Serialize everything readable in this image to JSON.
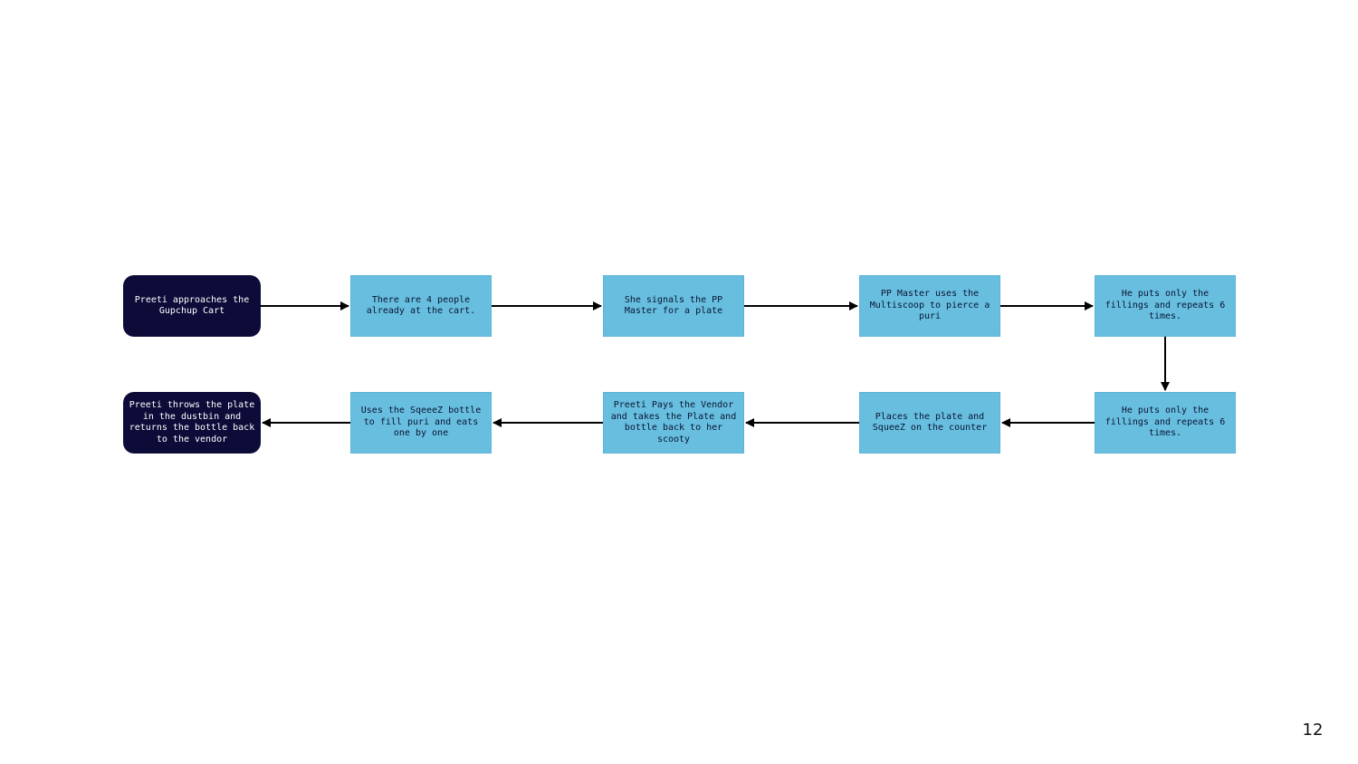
{
  "diagram": {
    "nodes": {
      "n1": "Preeti approaches the Gupchup Cart",
      "n2": "There are 4 people already at the cart.",
      "n3": "She signals the PP Master for a plate",
      "n4": "PP Master uses the Multiscoop to pierce a puri",
      "n5": "He puts only the fillings and repeats 6 times.",
      "n6": "He puts only the fillings and repeats 6 times.",
      "n7": "Places the plate and SqueeZ on the counter",
      "n8": "Preeti Pays the Vendor and takes the Plate and bottle back to her scooty",
      "n9": "Uses the SqeeeZ bottle to fill puri and eats one by one",
      "n10": "Preeti throws the plate in the dustbin and returns the bottle back to the vendor"
    },
    "edges": [
      [
        "n1",
        "n2"
      ],
      [
        "n2",
        "n3"
      ],
      [
        "n3",
        "n4"
      ],
      [
        "n4",
        "n5"
      ],
      [
        "n5",
        "n6"
      ],
      [
        "n6",
        "n7"
      ],
      [
        "n7",
        "n8"
      ],
      [
        "n8",
        "n9"
      ],
      [
        "n9",
        "n10"
      ]
    ],
    "colors": {
      "terminal_fill": "#0d0b38",
      "process_fill": "#67bedf",
      "arrow": "#000000"
    }
  },
  "page_number": "12"
}
